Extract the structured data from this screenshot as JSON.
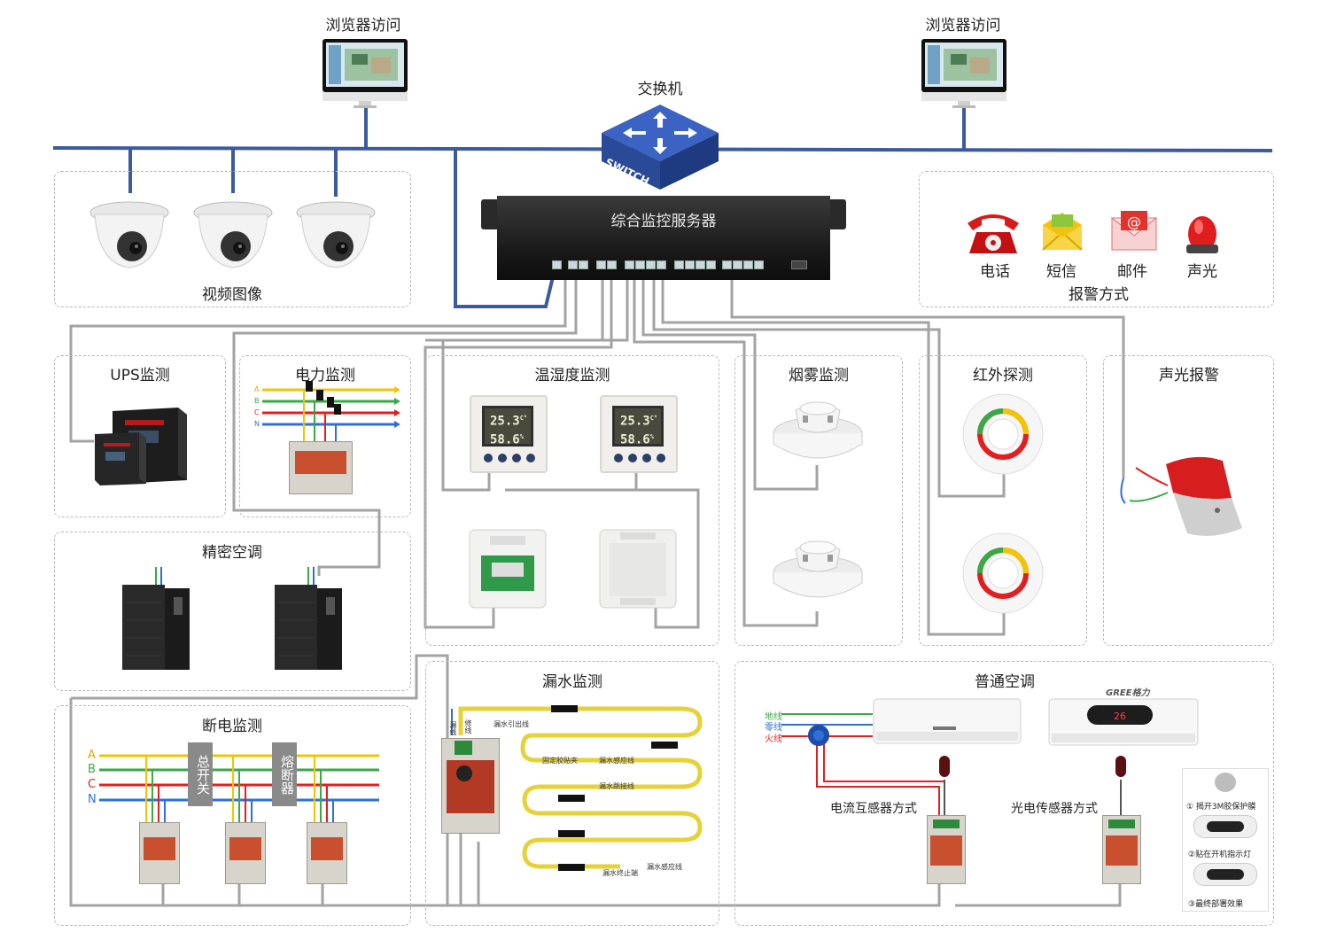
{
  "browser_left": "浏览器访问",
  "browser_right": "浏览器访问",
  "switch_title": "交换机",
  "switch_badge": "SWITCH",
  "server_title": "综合监控服务器",
  "video_title": "视频图像",
  "alarm_section": {
    "title": "报警方式",
    "items": [
      "电话",
      "短信",
      "邮件",
      "声光"
    ]
  },
  "ups_title": "UPS监测",
  "power_title": "电力监测",
  "power_phases": [
    "A",
    "B",
    "C",
    "N"
  ],
  "temp_title": "温湿度监测",
  "temp_readings": {
    "t": "25.3",
    "h": "58.6",
    "t_unit": "C°",
    "h_unit": "%"
  },
  "smoke_title": "烟雾监测",
  "ir_title": "红外探测",
  "soundlight_title": "声光报警",
  "precision_ac_title": "精密空调",
  "cutoff_title": "断电监测",
  "cutoff_phases": [
    "A",
    "B",
    "C",
    "N"
  ],
  "cutoff_switch_main": "总开关",
  "cutoff_switch_fuse": "熔断器",
  "leak_title": "漏水监测",
  "leak_labels": {
    "lead_out": "漏水引出线",
    "clip": "固定胶贴夹",
    "sense1": "漏水感应线",
    "jumper": "漏水跳接线",
    "end": "漏水终止端",
    "sense2": "漏水感应线",
    "lead1": "漏线",
    "lead2": "修线"
  },
  "normal_ac_title": "普通空调",
  "normal_ac": {
    "wire_ground": "地线",
    "wire_neutral": "零线",
    "wire_live": "火线",
    "ct_method": "电流互感器方式",
    "photo_method": "光电传感器方式",
    "brand": "GREE格力",
    "display_temp": "26",
    "steps": [
      "① 揭开3M胶保护膜",
      "②贴在开机指示灯",
      "③最终部署效果"
    ]
  },
  "colors": {
    "network": "#3b5aa0",
    "signal": "#9a9a9a",
    "phase_a": "#f2c500",
    "phase_b": "#3aa845",
    "phase_c": "#e02020",
    "phase_n": "#2f6fd6"
  }
}
